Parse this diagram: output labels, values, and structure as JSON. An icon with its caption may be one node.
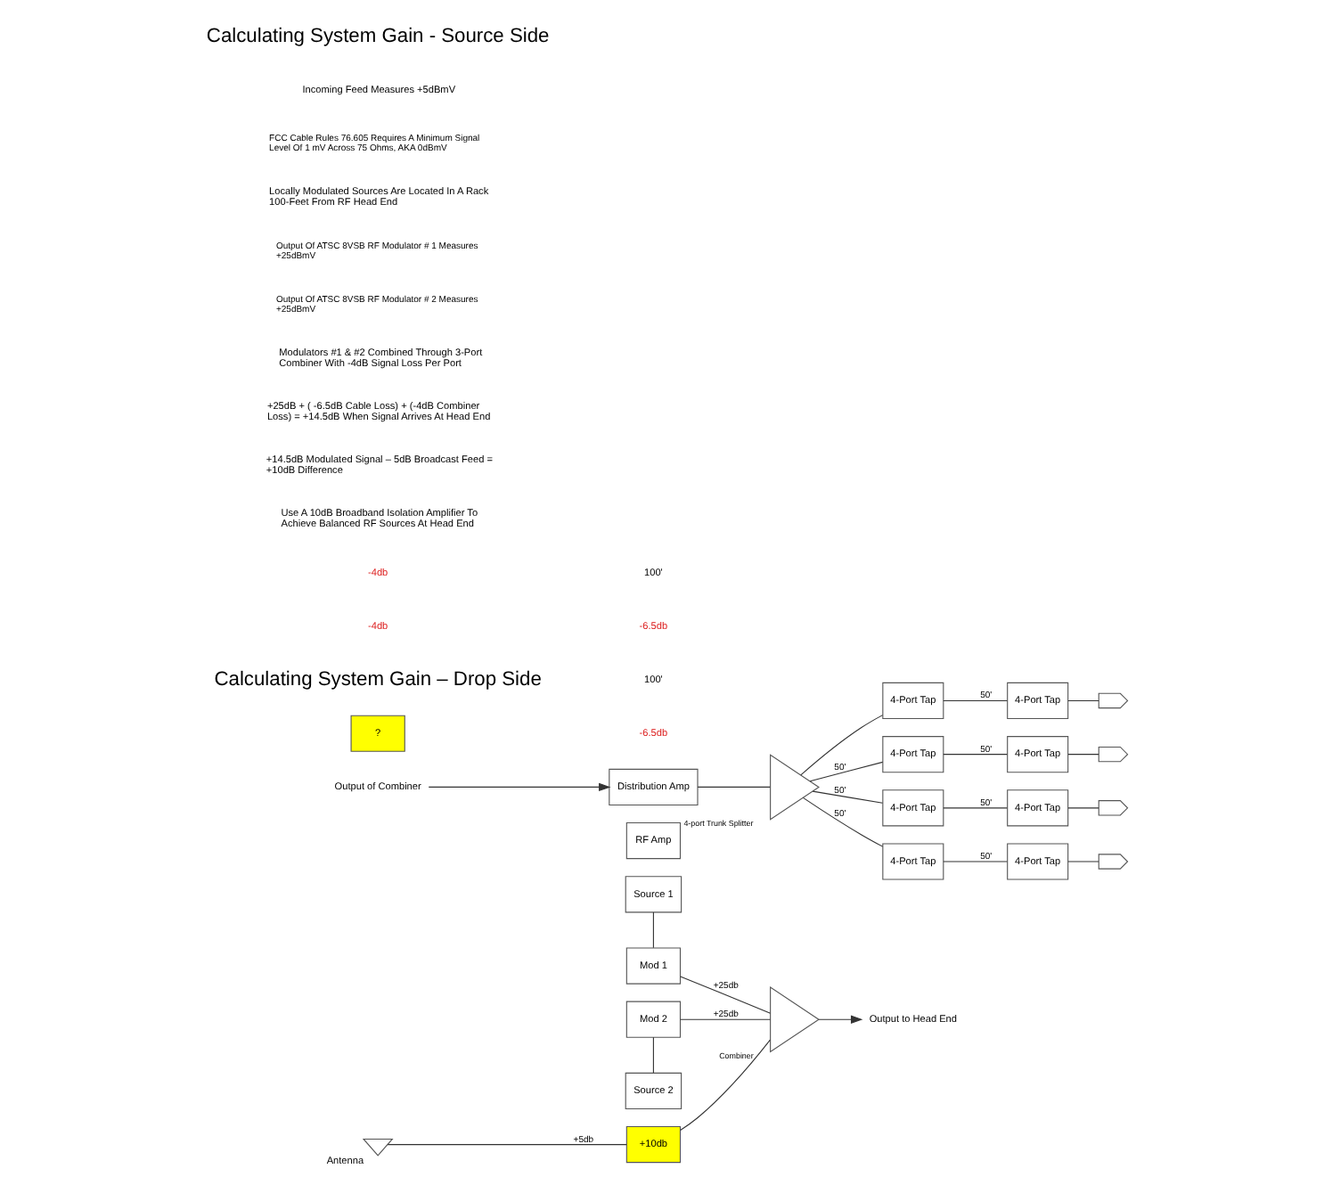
{
  "diagram": {
    "nodes": [
      {
        "text": [
          "Source 1"
        ]
      },
      {
        "text": [
          "Mod 1"
        ]
      },
      {
        "text": [
          "Mod 2"
        ]
      },
      {
        "text": [
          "Source 2"
        ]
      },
      {
        "text": [
          "RF Amp"
        ]
      },
      {
        "text": [
          "+10db"
        ]
      },
      {
        "text": [],
        "shape": "antenna",
        "beside": [
          "Antenna"
        ]
      },
      {
        "text": [
          "Combiner"
        ]
      },
      {
        "text": [
          "Output to Head End"
        ]
      },
      {
        "text": [
          "Output of Combiner"
        ]
      },
      {
        "text": [
          "Distribution Amp"
        ]
      },
      {
        "text": [
          "?"
        ]
      },
      {
        "text": [
          "4-port Trunk Splitter"
        ]
      },
      {
        "text": [
          "4-Port Tap"
        ]
      },
      {
        "text": [
          "4-Port Tap"
        ]
      },
      {
        "text": [
          "4-Port Tap"
        ]
      },
      {
        "text": [
          "4-Port Tap"
        ]
      },
      {
        "text": [
          "4-Port Tap"
        ]
      },
      {
        "text": [
          "4-Port Tap"
        ]
      },
      {
        "text": [
          "4-Port Tap"
        ]
      },
      {
        "text": [
          "4-Port Tap"
        ]
      },
      {
        "text": [],
        "shape": "resistor"
      },
      {
        "text": [],
        "shape": "resistor"
      },
      {
        "text": [],
        "shape": "resistor"
      },
      {
        "text": [],
        "shape": "resistor"
      }
    ],
    "edges": [
      {
        "from": 0,
        "to": 1,
        "arrow": "none"
      },
      {
        "from": 2,
        "to": 3,
        "arrow": "none"
      },
      {
        "from": 1,
        "to": 7,
        "label": "+25db",
        "arrow": "none"
      },
      {
        "from": 2,
        "to": 7,
        "label": "+25db",
        "arrow": "none"
      },
      {
        "from": 6,
        "to": 5,
        "label": "+5db",
        "arrow": "none"
      },
      {
        "from": 5,
        "to": 7,
        "arrow": "none"
      },
      {
        "from": 7,
        "to": 8,
        "arrow": "to"
      },
      {
        "from": 9,
        "to": 10,
        "arrow": "to"
      },
      {
        "from": 10,
        "to": 12,
        "arrow": "none"
      },
      {
        "from": 12,
        "to": 13,
        "arrow": "none"
      },
      {
        "from": 12,
        "to": 15,
        "label": "50'",
        "arrow": "none"
      },
      {
        "from": 12,
        "to": 17,
        "label": "50'",
        "arrow": "none"
      },
      {
        "from": 12,
        "to": 19,
        "label": "50'",
        "arrow": "none"
      },
      {
        "from": 13,
        "to": 14,
        "label": "50'",
        "arrow": "none"
      },
      {
        "from": 15,
        "to": 16,
        "label": "50'",
        "arrow": "none"
      },
      {
        "from": 17,
        "to": 18,
        "label": "50'",
        "arrow": "none"
      },
      {
        "from": 19,
        "to": 20,
        "label": "50'",
        "arrow": "none"
      },
      {
        "from": 14,
        "to": 21,
        "arrow": "none"
      },
      {
        "from": 16,
        "to": 22,
        "arrow": "none"
      },
      {
        "from": 18,
        "to": 23,
        "arrow": "none"
      },
      {
        "from": 20,
        "to": 24,
        "arrow": "none"
      }
    ],
    "labels": [
      "Calculating System Gain - Source Side",
      "Incoming Feed Measures +5dBmV",
      "FCC Cable Rules 76.605 Requires A Minimum Signal Level Of 1 mV Across 75 Ohms, AKA 0dBmV",
      "Locally Modulated Sources Are Located In A Rack 100-Feet From RF Head End",
      "Output Of ATSC 8VSB RF Modulator # 1 Measures +25dBmV",
      "Output Of ATSC 8VSB RF Modulator # 2 Measures +25dBmV",
      "Modulators #1 & #2 Combined Through 3-Port Combiner With -4dB Signal Loss Per Port",
      "+25dB + ( -6.5dB Cable Loss) + (-4dB Combiner Loss) = +14.5dB When Signal Arrives At Head End",
      "+14.5dB Modulated Signal – 5dB Broadcast Feed = +10dB Difference",
      "Use A 10dB Broadband Isolation Amplifier To Achieve Balanced RF Sources At Head End",
      "100'",
      "-6.5db",
      "-4db",
      "100'",
      "-6.5db",
      "-4db",
      "Calculating System Gain – Drop Side"
    ]
  }
}
